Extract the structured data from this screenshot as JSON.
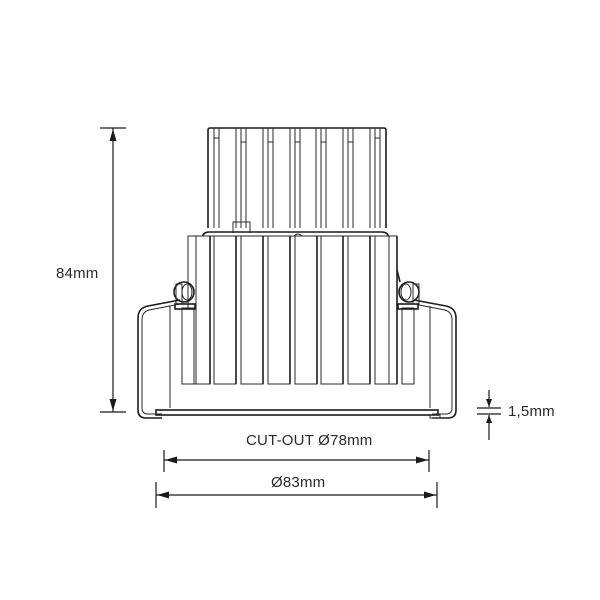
{
  "diagram": {
    "type": "technical-dimension-drawing",
    "subject": "recessed downlight side elevation",
    "line_color": "#2a2a2a",
    "background": "#ffffff"
  },
  "dimensions": {
    "height": {
      "label": "84mm",
      "value": 84,
      "unit": "mm"
    },
    "bezel_thickness": {
      "label": "1,5mm",
      "value": 1.5,
      "unit": "mm"
    },
    "cutout": {
      "label": "CUT-OUT Ø78mm",
      "value": 78,
      "unit": "mm"
    },
    "outer_diameter": {
      "label": "Ø83mm",
      "value": 83,
      "unit": "mm"
    }
  }
}
